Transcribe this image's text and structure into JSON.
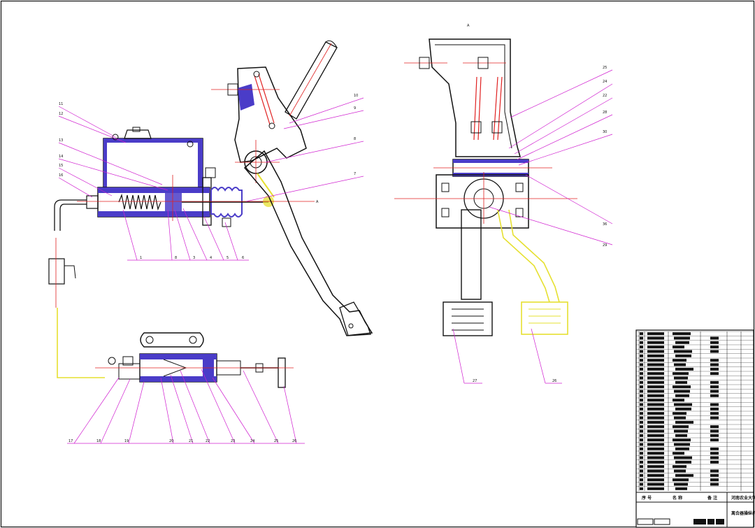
{
  "colors": {
    "outline": "#111111",
    "section_hatch": "#4a3cc8",
    "centerline": "#e02020",
    "leader": "#d020d0",
    "hydraulic_line": "#e6e030",
    "paper": "#ffffff"
  },
  "view_marks": {
    "side_view_letter": "A",
    "section_arrow_letter": "A"
  },
  "callouts": {
    "main_left": [
      "11",
      "12",
      "13",
      "14",
      "15",
      "16",
      "1",
      "8",
      "3",
      "4",
      "5",
      "6"
    ],
    "main_right": [
      "10",
      "9",
      "8",
      "7"
    ],
    "side_view_right": [
      "25",
      "24",
      "22",
      "28",
      "30",
      "36",
      "29"
    ],
    "side_view_bottom": [
      "27",
      "26"
    ],
    "slave_cylinder": [
      "17",
      "18",
      "19",
      "20",
      "21",
      "22",
      "23",
      "24",
      "25",
      "26"
    ]
  },
  "title_block": {
    "header_cells": [
      "序 号",
      "名 称",
      "备 注"
    ],
    "school": "河南农业大学",
    "drawing_title": "离合器操纵机构"
  }
}
